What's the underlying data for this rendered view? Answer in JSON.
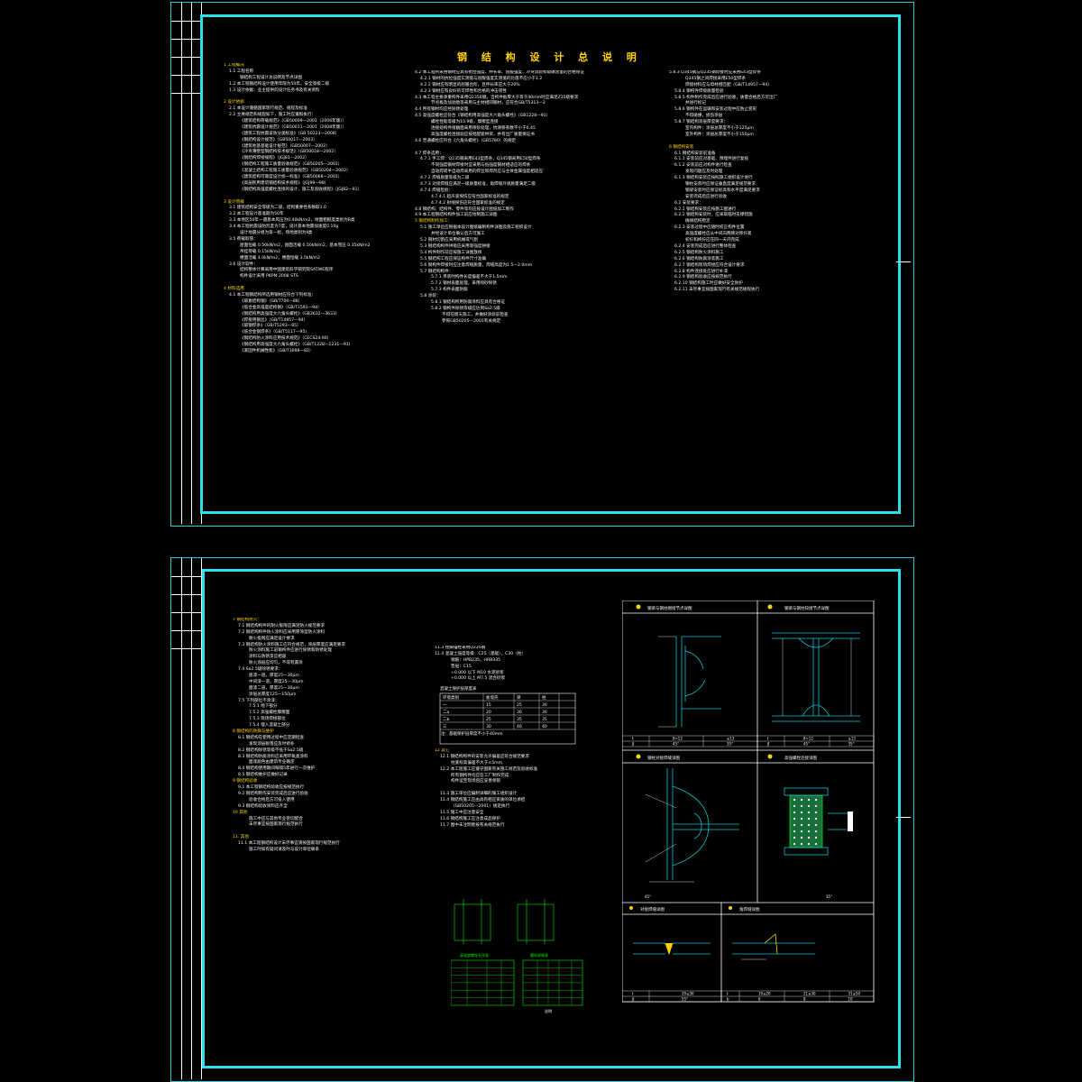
{
  "sheet1": {
    "title": "钢 结 构 设 计 总 说 明",
    "col1": [
      {
        "t": "1 工程概况",
        "c": "y"
      },
      {
        "t": "1.1 工程名称",
        "c": "ind1"
      },
      {
        "t": "钢结构工程设计总说明及节点详图",
        "c": "ind2"
      },
      {
        "t": "1.2 本工程钢结构设计使用年限为50年，安全等级二级",
        "c": "ind1"
      },
      {
        "t": "1.3 设计依据：业主提供的设计任务书及有关资料",
        "c": "ind1"
      },
      {
        "t": "",
        "c": ""
      },
      {
        "t": "2 设计依据",
        "c": "y"
      },
      {
        "t": "2.1 本设计遵循国家现行规范、规程及标准",
        "c": "ind1"
      },
      {
        "t": "2.2 主要规范和规程如下，施工时应遵照执行：",
        "c": "ind1"
      },
      {
        "t": "《建筑结构荷载规范》（GB50009—2001（2006年版））",
        "c": "ind2"
      },
      {
        "t": "《建筑抗震设计规范》（GB50011—2001（2008年版））",
        "c": "ind2"
      },
      {
        "t": "《建筑工程抗震设防分类标准》（GB 50223—2008）",
        "c": "ind2"
      },
      {
        "t": "《钢结构设计规范》（GB50017—2003）",
        "c": "ind2"
      },
      {
        "t": "《建筑地基基础设计规范》（GB50007—2002）",
        "c": "ind2"
      },
      {
        "t": "《冷弯薄壁型钢结构技术规范》（GB50018—2002）",
        "c": "ind2"
      },
      {
        "t": "《钢结构焊接规程》（JGJ81—2002）",
        "c": "ind2"
      },
      {
        "t": "《钢结构工程施工质量验收规范》（GB50205—2001）",
        "c": "ind2"
      },
      {
        "t": "《混凝土结构工程施工质量验收规范》（GB50204—2002）",
        "c": "ind2"
      },
      {
        "t": "《建筑结构可靠度设计统一标准》（GB50068—2001）",
        "c": "ind2"
      },
      {
        "t": "《高层民用建筑钢结构技术规程》（JGJ99—98）",
        "c": "ind2"
      },
      {
        "t": "《钢结构高强度螺栓连接的设计、施工及验收规程》（JGJ82—91）",
        "c": "ind2"
      },
      {
        "t": "",
        "c": ""
      },
      {
        "t": "3 设计荷载",
        "c": "y"
      },
      {
        "t": "3.1 建筑结构安全等级为二级，结构重要性系数取1.0",
        "c": "ind1"
      },
      {
        "t": "3.2 本工程设计基准期为50年",
        "c": "ind1"
      },
      {
        "t": "3.3 本地区50年一遇基本风压为0.40kN/m2，地面粗糙度类别为B类",
        "c": "ind1"
      },
      {
        "t": "3.4 本工程抗震设防烈度为7度，设计基本地震加速度0.10g",
        "c": "ind1"
      },
      {
        "t": "设计地震分组为第一组，场地类别为Ⅱ类",
        "c": "ind2"
      },
      {
        "t": "3.5 荷载取值：",
        "c": "ind1"
      },
      {
        "t": "屋面恒载 0.50kN/m2，屋面活载 0.50kN/m2，基本雪压 0.35kN/m2",
        "c": "ind2"
      },
      {
        "t": "吊挂荷载 0.15kN/m2",
        "c": "ind2"
      },
      {
        "t": "楼面活载 4.0kN/m2，楼面恒载 3.5kN/m2",
        "c": "ind2"
      },
      {
        "t": "3.6 设计软件：",
        "c": "ind1"
      },
      {
        "t": "结构整体计算采用中国建筑科学研究院SATWE程序",
        "c": "ind2"
      },
      {
        "t": "构件设计采用 PKPM 2008 STS",
        "c": "ind2"
      },
      {
        "t": "",
        "c": ""
      },
      {
        "t": "4 材料选用",
        "c": "y"
      },
      {
        "t": "4.1 本工程钢结构所选用钢材应符合下列标准：",
        "c": "ind1"
      },
      {
        "t": "《碳素结构钢》（GB/T700—88）",
        "c": "ind2"
      },
      {
        "t": "《低合金高强度结构钢》（GB/T1591—94）",
        "c": "ind2"
      },
      {
        "t": "《钢结构用高强度大六角头螺栓》（GB3632—3633）",
        "c": "ind2"
      },
      {
        "t": "《焊接用钢丝》（GB/T14957—94）",
        "c": "ind2"
      },
      {
        "t": "《碳钢焊条》（GB/T5293—85）",
        "c": "ind2"
      },
      {
        "t": "《低合金钢焊条》（GB/T5117—95）",
        "c": "ind2"
      },
      {
        "t": "《钢结构防火涂料应用技术规范》（CECS24:90）",
        "c": "ind2"
      },
      {
        "t": "《钢结构用高强度大六角头螺栓》（GB/T1228—1231—91）",
        "c": "ind2"
      },
      {
        "t": "《紧固件机械性能》（GB/T3098—82）",
        "c": "ind2"
      }
    ],
    "col2": [
      {
        "t": "4.2 本工程所采用钢材应具有抗拉强度、伸长率、屈服强度、冷弯试验和硫磷含量的合格保证",
        "c": ""
      },
      {
        "t": "4.2.1 钢材的抗拉强度实测值与屈服强度实测值的比值不应小于1.2",
        "c": "ind1"
      },
      {
        "t": "4.2.2 钢材应有明显的屈服台阶，且伸长率应大于20%",
        "c": "ind1"
      },
      {
        "t": "4.2.3 钢材应有良好的可焊性和合格的冲击韧性",
        "c": "ind1"
      },
      {
        "t": "4.3 本工程主要承重构件采用Q235B钢，当构件板厚大于等于40mm时应满足Z15级要求",
        "c": ""
      },
      {
        "t": "节点板及加劲肋等采用与主材相同钢材，应符合GB/T5313—2",
        "c": "ind2"
      },
      {
        "t": "4.4 所有钢材均应经除锈处理",
        "c": ""
      },
      {
        "t": "4.5 高强度螺栓应符合《钢结构用高强度大六角头螺栓》（GB1228—91）",
        "c": ""
      },
      {
        "t": "螺栓性能等级为10.9级，摩擦型连接",
        "c": "ind2"
      },
      {
        "t": "连接处构件接触面采用喷砂处理，抗滑移系数不小于0.45",
        "c": "ind2"
      },
      {
        "t": "高强度螺栓连接副应按批配套供货，并有出厂质量保证书",
        "c": "ind2"
      },
      {
        "t": "4.6 普通螺栓应符合《六角头螺栓》（GB5780）的规定",
        "c": ""
      },
      {
        "t": "",
        "c": ""
      },
      {
        "t": "4.7 焊条选用：",
        "c": ""
      },
      {
        "t": "4.7.1 手工焊：Q235钢采用E43型焊条，Q345钢采用E50型焊条",
        "c": "ind1"
      },
      {
        "t": "不同强度钢材焊接时宜采用与低强度钢材相适应的焊条",
        "c": "ind2"
      },
      {
        "t": "自动焊或半自动焊采用的焊丝和焊剂应与主体金属强度相适应",
        "c": "ind2"
      },
      {
        "t": "4.7.2 焊缝质量等级为二级",
        "c": "ind1"
      },
      {
        "t": "4.7.3 对接焊缝应满足一级质量标准，角焊缝外观质量满足二级",
        "c": "ind1"
      },
      {
        "t": "4.7.4 焊缝检验：",
        "c": "ind1"
      },
      {
        "t": "4.7.4.1 超声波探伤应符合国家标准的规定",
        "c": "ind2"
      },
      {
        "t": "4.7.4.2 射线探伤应符合国家标准的规定",
        "c": "ind2"
      },
      {
        "t": "4.8 钢结构、结构件、零件等均应按设计图纸加工制作",
        "c": ""
      },
      {
        "t": "4.9 本工程钢结构构件加工前应绘制施工详图",
        "c": ""
      },
      {
        "t": "5 钢结构制作加工：",
        "c": "y"
      },
      {
        "t": "5.1 施工单位应根据本设计图纸编制构件详图及施工组织设计",
        "c": "ind1"
      },
      {
        "t": "并经设计单位确认后方可施工",
        "c": "ind2"
      },
      {
        "t": "5.2 钢材切割应采用机械或气割",
        "c": "ind1"
      },
      {
        "t": "5.3 钢结构构件拼接应采用等强度拼接",
        "c": "ind1"
      },
      {
        "t": "5.4 构件制作前应按施工详图放样",
        "c": "ind1"
      },
      {
        "t": "5.5 钢结构工程应保证构件尺寸准确",
        "c": "ind1"
      },
      {
        "t": "5.6 钢构件焊接时应注意焊缝质量，焊缝高度为1.5—2.0mm",
        "c": "ind1"
      },
      {
        "t": "5.7 钢结构构件：",
        "c": "ind1"
      },
      {
        "t": "5.7.1 吊装时构件长度偏差不大于1.5mm",
        "c": "ind2"
      },
      {
        "t": "5.7.2 钢材表面处理，采用喷砂除锈",
        "c": "ind2"
      },
      {
        "t": "5.7.3 构件表面防腐",
        "c": "ind2"
      },
      {
        "t": "5.8 涂装：",
        "c": "ind1"
      },
      {
        "t": "5.8.1 钢结构所用防腐涂料应具有合格证",
        "c": "ind2"
      },
      {
        "t": "5.8.2 钢构件除锈等级应达到Sa2.5级",
        "c": "ind2"
      },
      {
        "t": "不得在雨天施工，并做好涂装前检查",
        "c": "ind3"
      },
      {
        "t": "参照GB50205—2001有关规定",
        "c": "ind3"
      }
    ],
    "col3": [
      {
        "t": "5.8.3 Q345钢与Q235钢焊接时应采用E43型焊条",
        "c": ""
      },
      {
        "t": "Q345钢之间焊接采用E50型焊条",
        "c": "ind2"
      },
      {
        "t": "焊接材料应与母材相匹配（GB/T14957—94）",
        "c": "ind2"
      },
      {
        "t": "5.8.4 钢构件焊接质量检验",
        "c": "ind1"
      },
      {
        "t": "5.8.5 构件制作完成后应进行验收，质量合格后方可出厂",
        "c": "ind1"
      },
      {
        "t": "并进行标记",
        "c": "ind2"
      },
      {
        "t": "5.8.6 钢构件在运输和安装过程中应防止变形",
        "c": "ind1"
      },
      {
        "t": "不得碰撞，损伤涂层",
        "c": "ind2"
      },
      {
        "t": "5.8.7 钢结构涂层厚度要求：",
        "c": "ind1"
      },
      {
        "t": "室内构件：涂层总厚度不小于125μm",
        "c": "ind2"
      },
      {
        "t": "室外构件：涂层总厚度不小于150μm",
        "c": "ind2"
      },
      {
        "t": "",
        "c": ""
      },
      {
        "t": "6 钢结构安装",
        "c": "y"
      },
      {
        "t": "6.1 钢结构安装前准备",
        "c": "ind1"
      },
      {
        "t": "6.1.1 安装前应对基础、预埋件进行复核",
        "c": "ind1"
      },
      {
        "t": "6.1.2 安装前应对构件进行检查",
        "c": "ind1"
      },
      {
        "t": "发现问题应及时处理",
        "c": "ind2"
      },
      {
        "t": "6.1.3 钢结构安装应按照施工组织设计进行",
        "c": "ind1"
      },
      {
        "t": "钢柱安装时应保证垂直度满足规范要求",
        "c": "ind2"
      },
      {
        "t": "钢梁安装时应保证标高和水平度满足要求",
        "c": "ind2"
      },
      {
        "t": "安装完成后应进行验收",
        "c": "ind2"
      },
      {
        "t": "6.2 安装要求：",
        "c": "ind1"
      },
      {
        "t": "6.2.1 钢结构安装应按施工图进行",
        "c": "ind1"
      },
      {
        "t": "6.2.2 钢结构安装时，应采取临时支撑措施",
        "c": "ind1"
      },
      {
        "t": "确保结构稳定",
        "c": "ind2"
      },
      {
        "t": "6.2.3 安装过程中应随时校正构件位置",
        "c": "ind1"
      },
      {
        "t": "高强度螺栓应从中间向两侧对称拧紧",
        "c": "ind2"
      },
      {
        "t": "初拧和终拧应在同一天内完成",
        "c": "ind2"
      },
      {
        "t": "6.2.4 安装完成后应进行整体检查",
        "c": "ind1"
      },
      {
        "t": "6.2.5 钢结构防火涂料施工",
        "c": "ind1"
      },
      {
        "t": "6.2.6 钢结构防腐涂装施工",
        "c": "ind1"
      },
      {
        "t": "6.2.7 钢结构现场焊接应符合设计要求",
        "c": "ind1"
      },
      {
        "t": "6.2.8 构件连接处应进行补漆",
        "c": "ind1"
      },
      {
        "t": "6.2.9 钢结构验收应按规范执行",
        "c": "ind1"
      },
      {
        "t": "6.2.10 钢结构施工时应做好安全防护",
        "c": "ind1"
      },
      {
        "t": "6.2.11 未尽事宜按国家现行有关规范规程执行",
        "c": "ind1"
      }
    ]
  },
  "sheet2": {
    "col1": [
      {
        "t": "7 钢结构防火：",
        "c": "y"
      },
      {
        "t": "7.1 钢结构构件的耐火极限应满足防火规范要求",
        "c": "ind1"
      },
      {
        "t": "7.2 钢结构构件防火涂料应采用厚涂型防火涂料",
        "c": "ind1"
      },
      {
        "t": "耐火极限应满足设计要求",
        "c": "ind2"
      },
      {
        "t": "7.3 钢结构防火涂料施工应符合规范，涂层厚度应满足要求",
        "c": "ind1"
      },
      {
        "t": "防火涂料施工前钢构件应进行除锈和防锈处理",
        "c": "ind2"
      },
      {
        "t": "涂料与防锈漆应相容",
        "c": "ind2"
      },
      {
        "t": "防火涂层应均匀，不得有漏涂",
        "c": "ind2"
      },
      {
        "t": "7.4 Sa2.5级除锈要求：",
        "c": "ind1"
      },
      {
        "t": "底漆一道，厚度25—30μm",
        "c": "ind2"
      },
      {
        "t": "中间漆一道，厚度25—30μm",
        "c": "ind2"
      },
      {
        "t": "面漆二道，厚度25—30μm",
        "c": "ind2"
      },
      {
        "t": "涂层总厚度125—150μm",
        "c": "ind2"
      },
      {
        "t": "7.5 下列部位不涂漆：",
        "c": "ind1"
      },
      {
        "t": "7.5.1 地下部分",
        "c": "ind2"
      },
      {
        "t": "7.5.2 高强螺栓摩擦面",
        "c": "ind2"
      },
      {
        "t": "7.5.3 现场焊接部位",
        "c": "ind2"
      },
      {
        "t": "7.5.4 埋入混凝土部分",
        "c": "ind2"
      },
      {
        "t": "8 钢结构的防腐与维护",
        "c": "y"
      },
      {
        "t": "8.1 钢结构在使用过程中应定期检查",
        "c": "ind1"
      },
      {
        "t": "发现涂层脱落应及时修补",
        "c": "ind2"
      },
      {
        "t": "8.2 钢结构除锈等级不低于Sa2.5级",
        "c": "ind1"
      },
      {
        "t": "8.3 钢结构防腐涂料应采用环氧类涂料",
        "c": "ind1"
      },
      {
        "t": "面漆颜色由建筑专业确定",
        "c": "ind2"
      },
      {
        "t": "8.4 钢结构使用期间每隔5年进行一次维护",
        "c": "ind1"
      },
      {
        "t": "8.5 钢结构维护应做好记录",
        "c": "ind1"
      },
      {
        "t": "9 钢结构验收",
        "c": "y"
      },
      {
        "t": "9.1 本工程钢结构验收应按规范执行",
        "c": "ind1"
      },
      {
        "t": "9.2 钢结构制作安装完成后应进行验收",
        "c": "ind1"
      },
      {
        "t": "验收合格后方可投入使用",
        "c": "ind2"
      },
      {
        "t": "9.3 钢结构验收资料应齐全",
        "c": "ind1"
      },
      {
        "t": "10 其他",
        "c": "y"
      },
      {
        "t": "施工中应与其他专业密切配合",
        "c": "ind2"
      },
      {
        "t": "未尽事宜按国家现行规范执行",
        "c": "ind2"
      },
      {
        "t": "",
        "c": ""
      },
      {
        "t": "11. 其他",
        "c": "y"
      },
      {
        "t": "11.1 本工程钢结构设计未尽事宜请按国家现行规范执行",
        "c": "ind1"
      },
      {
        "t": "施工时如有疑问请及时与设计单位联系",
        "c": "ind2"
      }
    ],
    "col2": [
      {
        "t": "11.3 柱脚锚栓采用Q235钢",
        "c": ""
      },
      {
        "t": "11.4 混凝土强度等级：C25（基础），C30（柱）",
        "c": ""
      },
      {
        "t": "钢筋：HPB235，HRB335",
        "c": "ind2"
      },
      {
        "t": "垫层：C15",
        "c": "ind2"
      },
      {
        "t": "+0.000 以下 M10 水泥砂浆",
        "c": "ind2"
      },
      {
        "t": "+0.000 以上 M7.5 混合砂浆",
        "c": "ind2"
      }
    ],
    "table_title": "混凝土保护层厚度表",
    "table_headers": [
      "环境类别",
      "板墙壳",
      "梁",
      "柱"
    ],
    "table_rows": [
      [
        "一",
        "15",
        "25",
        "30"
      ],
      [
        "二a",
        "20",
        "30",
        "30"
      ],
      [
        "二b",
        "25",
        "35",
        "35"
      ],
      [
        "三",
        "30",
        "40",
        "40"
      ]
    ],
    "table_note": "注：基础保护层厚度不小于40mm",
    "col3": [
      {
        "t": "12 其它",
        "c": "y"
      },
      {
        "t": "12.1 钢结构构件的安装允许偏差应符合规范要求",
        "c": "ind1"
      },
      {
        "t": "柱底标高偏差不大于±5mm",
        "c": "ind2"
      },
      {
        "t": "12.2 本工程施工应遵守国家有关施工规范及验收标准",
        "c": "ind1"
      },
      {
        "t": "所有钢构件均应在工厂制作完成",
        "c": "ind2"
      },
      {
        "t": "构件运至现场后应妥善保管",
        "c": "ind2"
      },
      {
        "t": "",
        "c": ""
      },
      {
        "t": "11.3 施工单位应编制详细的施工组织设计",
        "c": "ind1"
      },
      {
        "t": "11.4 钢结构施工应由具有相应资质的单位承担",
        "c": "ind1"
      },
      {
        "t": "（GB50205—2001）规定执行",
        "c": "ind2"
      },
      {
        "t": "11.5 施工中应注意安全",
        "c": "ind1"
      },
      {
        "t": "11.6 钢结构施工应注意成品保护",
        "c": "ind1"
      },
      {
        "t": "11.7 图中未注明者按有关规范执行",
        "c": "ind1"
      }
    ],
    "small_table_title": "高强度螺栓孔径表",
    "small_table2_title": "螺栓规格表",
    "small_label": "说明"
  },
  "details": {
    "panel1_title": "钢梁与钢柱刚接节点详图",
    "panel2_title": "钢梁与钢柱铰接节点详图",
    "panel3_title": "钢柱对接焊缝详图",
    "panel4_title": "高强螺栓连接详图",
    "panel5_title": "对接焊缝详图",
    "panel6_title": "角焊缝详图",
    "p1_table": [
      [
        "t",
        "δ=12",
        "≥13"
      ],
      [
        "β",
        "45°",
        "35°"
      ]
    ],
    "p2_table": [
      [
        "t",
        "δ=12",
        "≥13"
      ],
      [
        "β",
        "45°",
        "35°"
      ]
    ],
    "p5_table": [
      [
        "t",
        "20≤30"
      ],
      [
        "β",
        "55°"
      ]
    ],
    "p6_table": [
      [
        "t",
        "10≤20",
        "21≤30",
        "31≤50"
      ],
      [
        "b",
        "6",
        "8",
        "10"
      ]
    ],
    "p3_foot": "45°",
    "p4_foot": "35°"
  },
  "colors": {
    "frame": "#2fe0e8",
    "text": "#f4f4f4",
    "title": "#ffd200",
    "detail": "#00c8d8",
    "green": "#00e800",
    "red": "#ff3030"
  }
}
